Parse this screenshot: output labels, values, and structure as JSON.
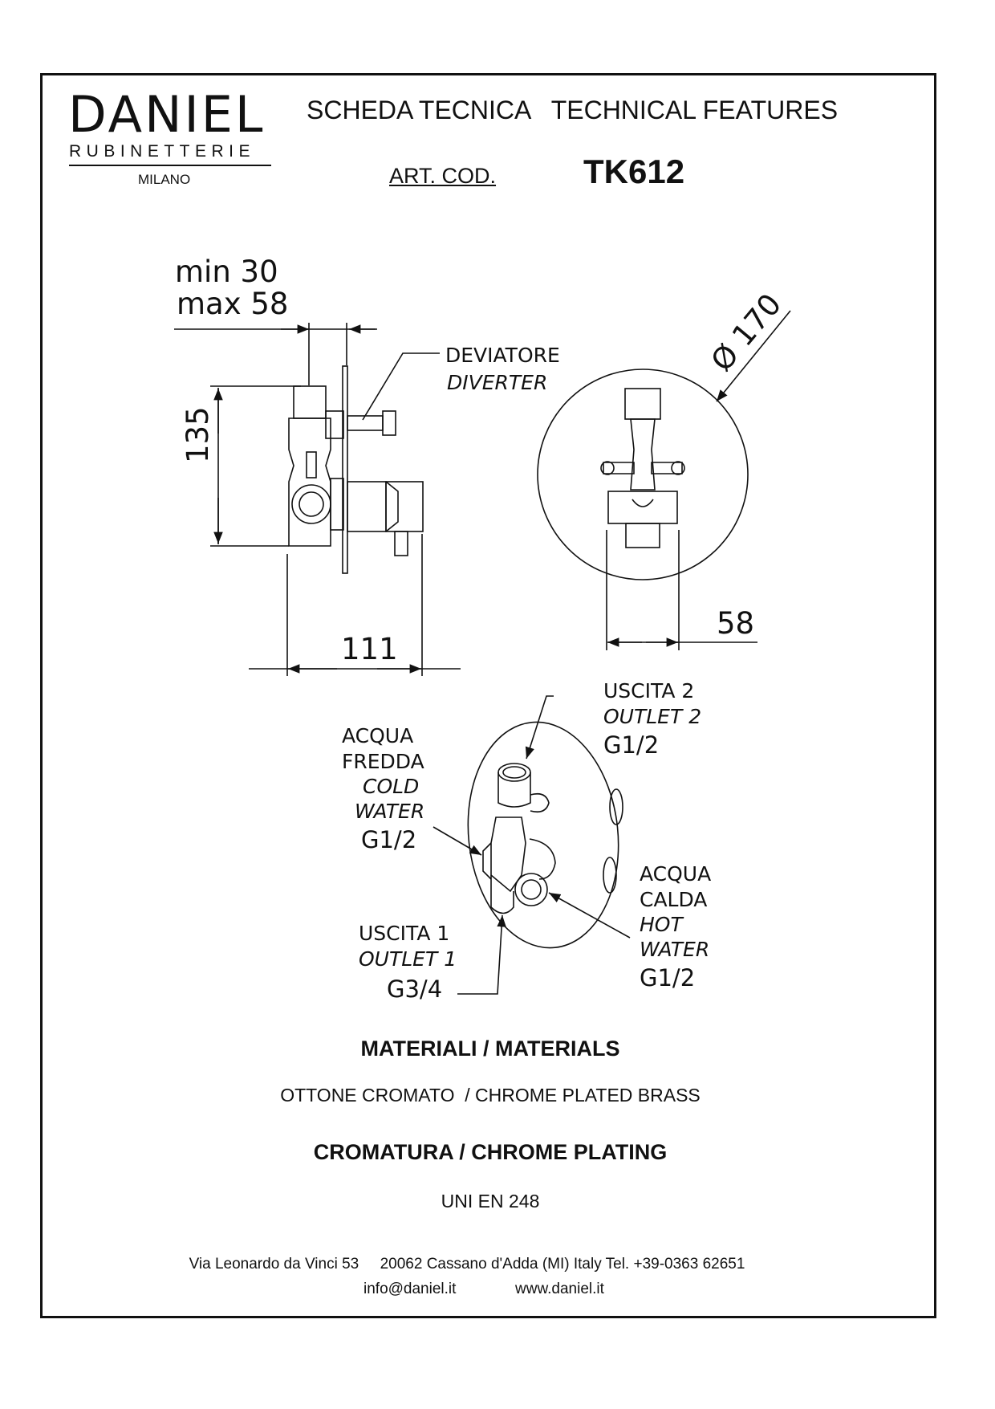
{
  "brand": {
    "name": "DANIEL",
    "subtitle": "RUBINETTERIE",
    "city": "MILANO"
  },
  "header": {
    "title": "SCHEDA TECNICA   TECHNICAL FEATURES",
    "art_label": "ART. COD.",
    "art_code": "TK612"
  },
  "dimensions": {
    "depth_min": "min 30",
    "depth_max": "max 58",
    "height": "135",
    "length": "111",
    "diameter": "Ø 170",
    "width": "58"
  },
  "labels": {
    "diverter_it": "DEVIATORE",
    "diverter_en": "DIVERTER",
    "outlet2_it": "USCITA 2",
    "outlet2_en": "OUTLET 2",
    "outlet2_size": "G1/2",
    "cold_it_1": "ACQUA",
    "cold_it_2": "FREDDA",
    "cold_en_1": "COLD",
    "cold_en_2": "WATER",
    "cold_size": "G1/2",
    "hot_it_1": "ACQUA",
    "hot_it_2": "CALDA",
    "hot_en_1": "HOT",
    "hot_en_2": "WATER",
    "hot_size": "G1/2",
    "outlet1_it": "USCITA 1",
    "outlet1_en": "OUTLET 1",
    "outlet1_size": "G3/4"
  },
  "specs": {
    "materials_heading": "MATERIALI / MATERIALS",
    "materials_value": "OTTONE CROMATO  / CHROME PLATED BRASS",
    "plating_heading": "CROMATURA / CHROME PLATING",
    "plating_value": "UNI EN 248"
  },
  "footer": {
    "address": "Via Leonardo da Vinci 53     20062 Cassano d'Adda (MI) Italy Tel. +39-0363 62651",
    "email": "info@daniel.it",
    "website": "www.daniel.it"
  }
}
